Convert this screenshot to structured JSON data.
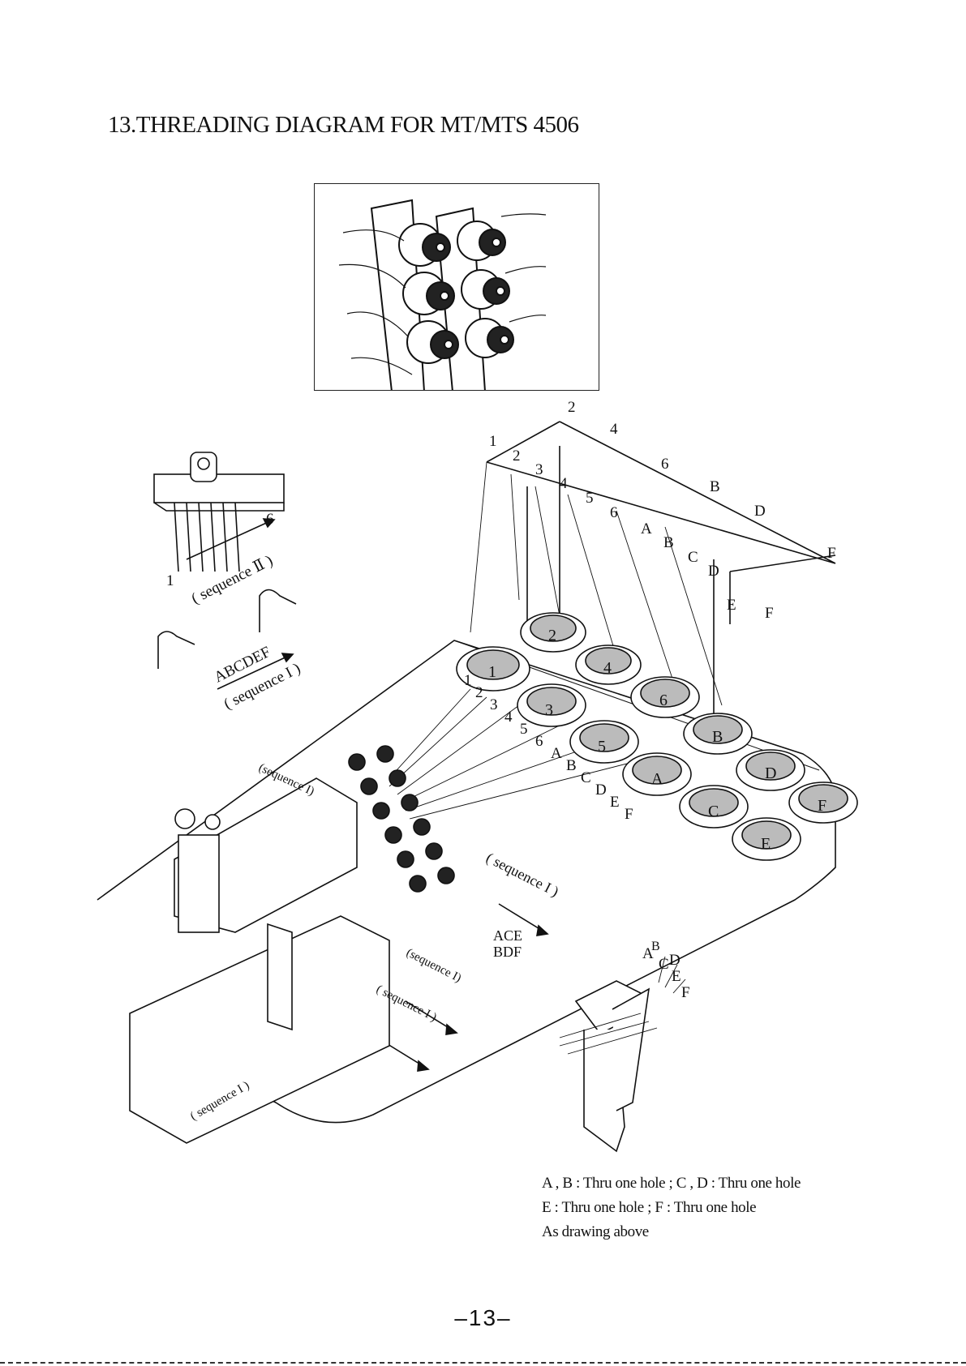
{
  "title": "13.THREADING DIAGRAM FOR MT/MTS 4506",
  "labels": {
    "sequence_I": "( sequence I )",
    "sequence_I_alt": "(sequence I)",
    "sequence_II": "( sequence Ⅱ )",
    "seq2_start": "1",
    "seq2_end": "6",
    "letters_ABCDEF": "ABCDEF",
    "letters_ACE": "ACE",
    "letters_BDF": "BDF",
    "n1": "1",
    "n2": "2",
    "n3": "3",
    "n4": "4",
    "n5": "5",
    "n6": "6",
    "A": "A",
    "B": "B",
    "C": "C",
    "D": "D",
    "E": "E",
    "F": "F"
  },
  "notes": [
    "A , B   : Thru one hole ; C , D   :  Thru one hole",
    "E  : Thru one hole ; F  : Thru one hole",
    "As drawing above"
  ],
  "page_number": "–13–"
}
